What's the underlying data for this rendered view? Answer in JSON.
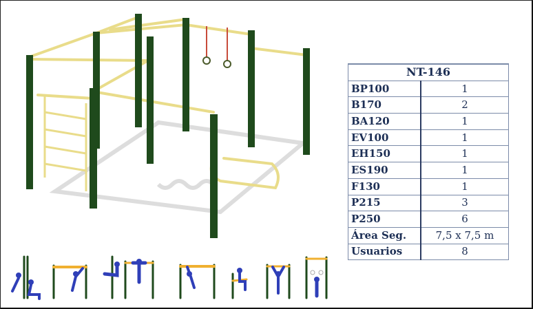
{
  "product": {
    "model": "NT-146",
    "components": [
      {
        "code": "BP100",
        "qty": "1"
      },
      {
        "code": "B170",
        "qty": "2"
      },
      {
        "code": "BA120",
        "qty": "1"
      },
      {
        "code": "EV100",
        "qty": "1"
      },
      {
        "code": "EH150",
        "qty": "1"
      },
      {
        "code": "ES190",
        "qty": "1"
      },
      {
        "code": "F130",
        "qty": "1"
      },
      {
        "code": "P215",
        "qty": "3"
      },
      {
        "code": "P250",
        "qty": "6"
      },
      {
        "code": "Área Seg.",
        "qty": "7,5 x 7,5 m"
      },
      {
        "code": "Usuarios",
        "qty": "8"
      }
    ]
  },
  "colors": {
    "post": "#1f4a1c",
    "bar": "#f0e6a0",
    "figure": "#2f3fb8",
    "table_text": "#1d2f55"
  },
  "exercise_icons": [
    "wall-bars-lunge-icon",
    "monkey-bar-swing-icon",
    "leg-raise-post-icon",
    "pull-up-bar-icon",
    "horizontal-ladder-icon",
    "parallel-bar-dip-icon",
    "hanging-bar-icon",
    "gym-rings-icon"
  ]
}
